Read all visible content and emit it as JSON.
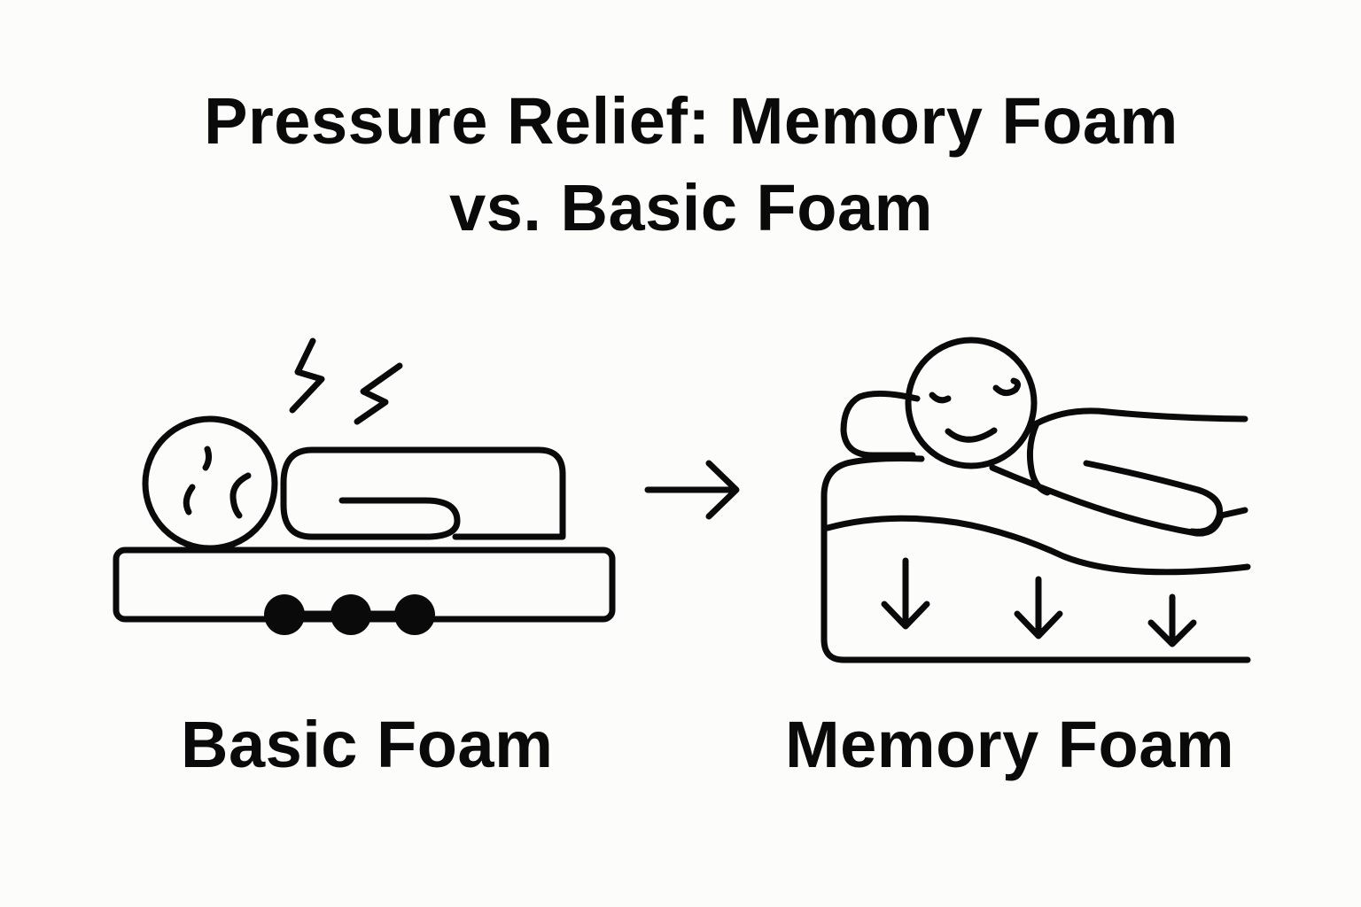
{
  "title": {
    "line1": "Pressure Relief: Memory Foam",
    "line2": "vs. Basic Foam"
  },
  "panels": {
    "left": {
      "label": "Basic Foam"
    },
    "right": {
      "label": "Memory Foam"
    }
  },
  "icons": {
    "left": [
      "uncomfortable-face-icon",
      "lightning-bolt-icon",
      "pressure-point-icon"
    ],
    "center": "arrow-right-icon",
    "right": [
      "sleeping-face-icon",
      "down-arrow-icon"
    ]
  },
  "colors": {
    "ink": "#0a0a0a",
    "background": "#fcfcfa"
  }
}
